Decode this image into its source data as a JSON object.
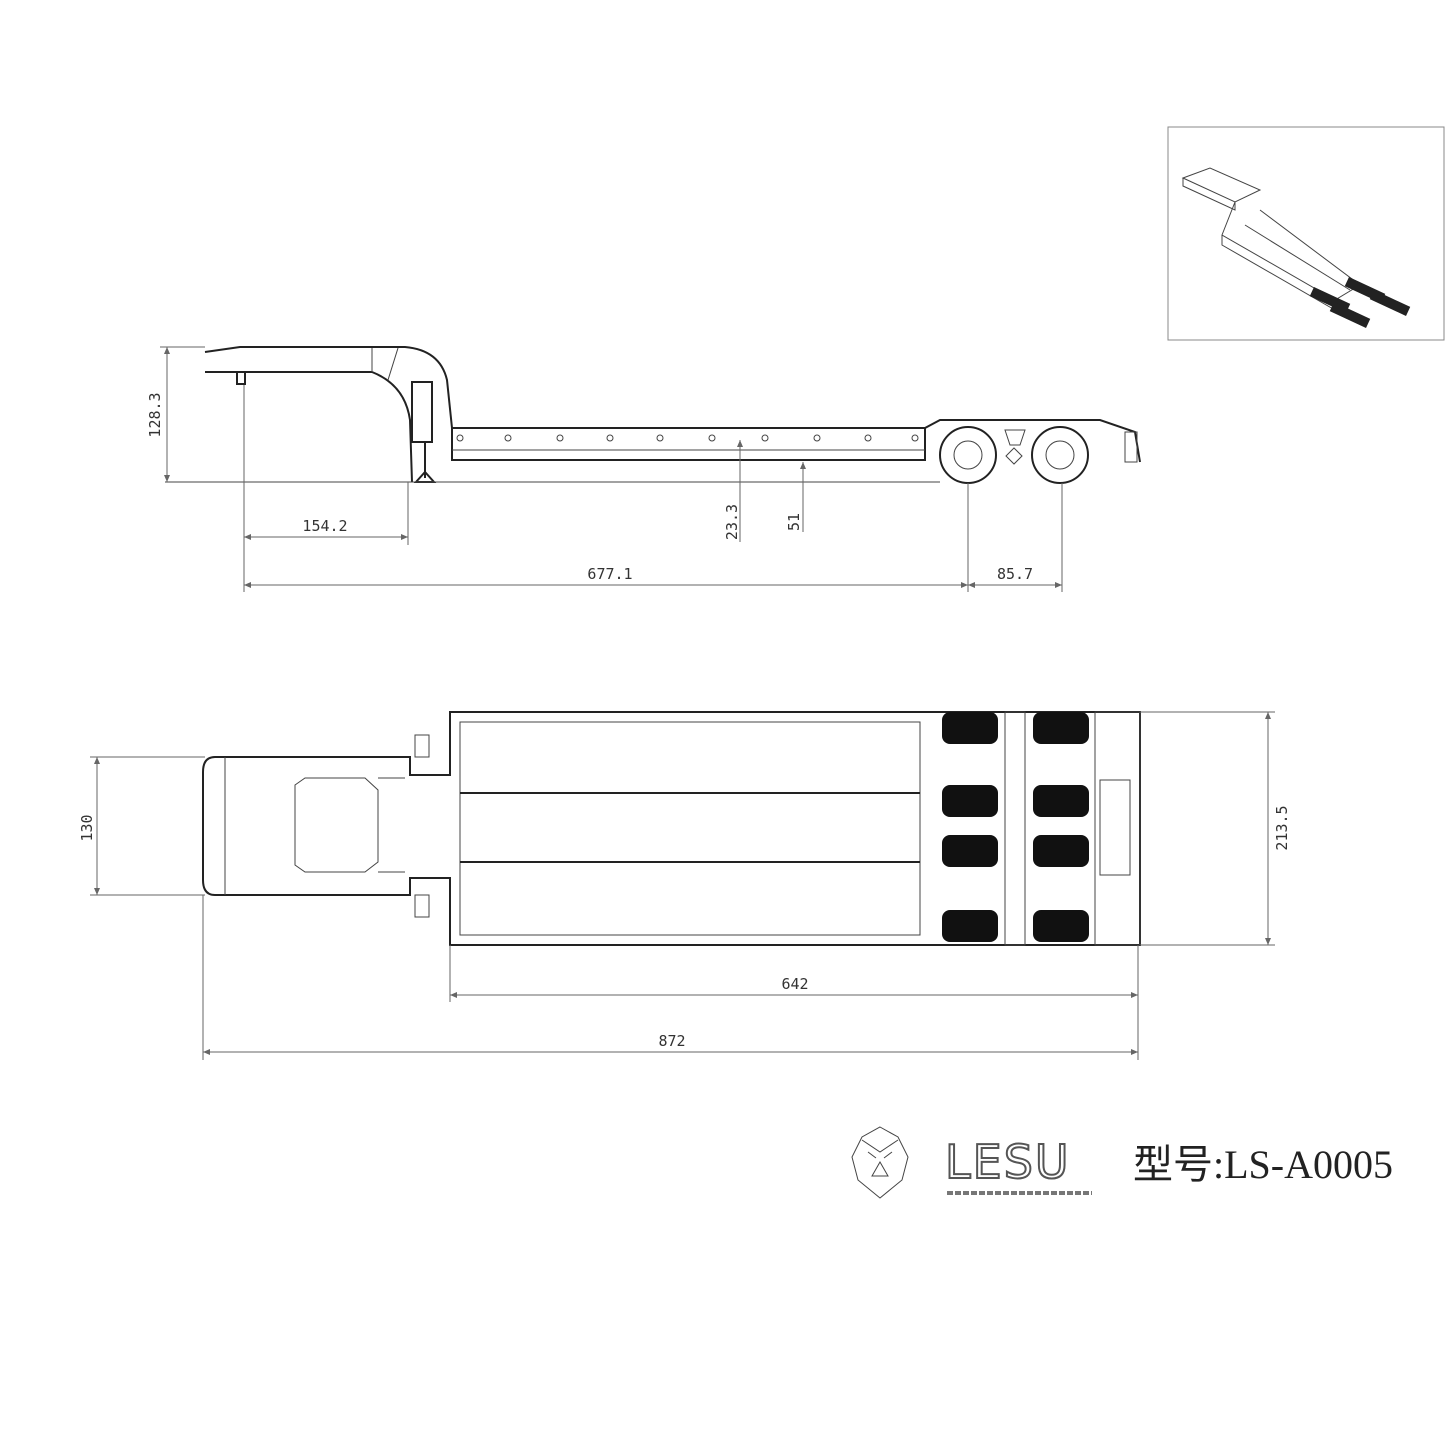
{
  "dimensions": {
    "side_height": "128.3",
    "kingpin_to_leg": "154.2",
    "deck_height": "23.3",
    "ground_clearance": "51",
    "kingpin_to_axle": "677.1",
    "axle_spacing": "85.7",
    "gooseneck_width": "130",
    "overall_width": "213.5",
    "deck_length": "642",
    "overall_length": "872"
  },
  "brand": {
    "logo_text": "LESU",
    "logo_icon": "lion-head-icon"
  },
  "model_label": "型号:LS-A0005",
  "colors": {
    "line": "#222222",
    "dimension": "#666666",
    "background": "#ffffff"
  }
}
